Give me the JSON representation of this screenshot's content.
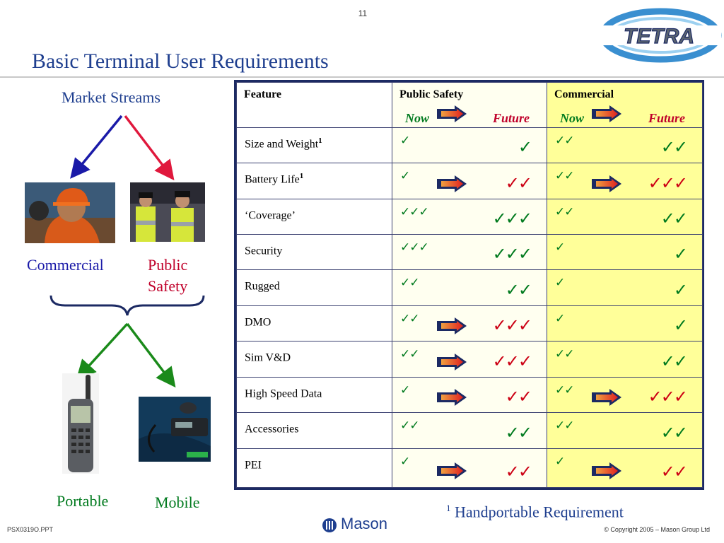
{
  "slide": {
    "number": "11",
    "title": "Basic Terminal User Requirements",
    "logo_text": "TETRA"
  },
  "diagram": {
    "market_streams": "Market  Streams",
    "commercial": "Commercial",
    "public_safety_line1": "Public",
    "public_safety_line2": "Safety",
    "portable": "Portable",
    "mobile": "Mobile",
    "colors": {
      "commercial_arrow": "#1a1aa8",
      "public_safety_arrow": "#e0183c",
      "terminal_arrows": "#1a8a1a"
    }
  },
  "table": {
    "headers": {
      "feature": "Feature",
      "public_safety": "Public Safety",
      "commercial": "Commercial",
      "now": "Now",
      "future": "Future"
    },
    "rows": [
      {
        "feature": "Size and Weight",
        "sup": "1",
        "ps_now": "✓",
        "ps_arrow": false,
        "ps_future": "✓",
        "ps_future_red": false,
        "com_now": "✓✓",
        "com_arrow": false,
        "com_future": "✓✓",
        "com_future_red": false
      },
      {
        "feature": "Battery Life",
        "sup": "1",
        "ps_now": "✓",
        "ps_arrow": true,
        "ps_future": "✓✓",
        "ps_future_red": true,
        "com_now": "✓✓",
        "com_arrow": true,
        "com_future": "✓✓✓",
        "com_future_red": true
      },
      {
        "feature": "‘Coverage’",
        "sup": "",
        "ps_now": "✓✓✓",
        "ps_arrow": false,
        "ps_future": "✓✓✓",
        "ps_future_red": false,
        "com_now": "✓✓",
        "com_arrow": false,
        "com_future": "✓✓",
        "com_future_red": false
      },
      {
        "feature": "Security",
        "sup": "",
        "ps_now": "✓✓✓",
        "ps_arrow": false,
        "ps_future": "✓✓✓",
        "ps_future_red": false,
        "com_now": "✓",
        "com_arrow": false,
        "com_future": "✓",
        "com_future_red": false
      },
      {
        "feature": "Rugged",
        "sup": "",
        "ps_now": "✓✓",
        "ps_arrow": false,
        "ps_future": "✓✓",
        "ps_future_red": false,
        "com_now": "✓",
        "com_arrow": false,
        "com_future": "✓",
        "com_future_red": false
      },
      {
        "feature": "DMO",
        "sup": "",
        "ps_now": "✓✓",
        "ps_arrow": true,
        "ps_future": "✓✓✓",
        "ps_future_red": true,
        "com_now": "✓",
        "com_arrow": false,
        "com_future": "✓",
        "com_future_red": false
      },
      {
        "feature": "Sim V&D",
        "sup": "",
        "ps_now": "✓✓",
        "ps_arrow": true,
        "ps_future": "✓✓✓",
        "ps_future_red": true,
        "com_now": "✓✓",
        "com_arrow": false,
        "com_future": "✓✓",
        "com_future_red": false
      },
      {
        "feature": "High Speed Data",
        "sup": "",
        "ps_now": "✓",
        "ps_arrow": true,
        "ps_future": "✓✓",
        "ps_future_red": true,
        "com_now": "✓✓",
        "com_arrow": true,
        "com_future": "✓✓✓",
        "com_future_red": true
      },
      {
        "feature": "Accessories",
        "sup": "",
        "ps_now": "✓✓",
        "ps_arrow": false,
        "ps_future": "✓✓",
        "ps_future_red": false,
        "com_now": "✓✓",
        "com_arrow": false,
        "com_future": "✓✓",
        "com_future_red": false
      },
      {
        "feature": "PEI",
        "sup": "",
        "ps_now": "✓",
        "ps_arrow": true,
        "ps_future": "✓✓",
        "ps_future_red": true,
        "com_now": "✓",
        "com_arrow": true,
        "com_future": "✓✓",
        "com_future_red": true
      }
    ]
  },
  "footnote": {
    "sup": "1",
    "text": " Handportable Requirement"
  },
  "footer": {
    "left": "PSX0319O.PPT",
    "right": "© Copyright 2005 – Mason Group Ltd",
    "brand": "Mason"
  }
}
